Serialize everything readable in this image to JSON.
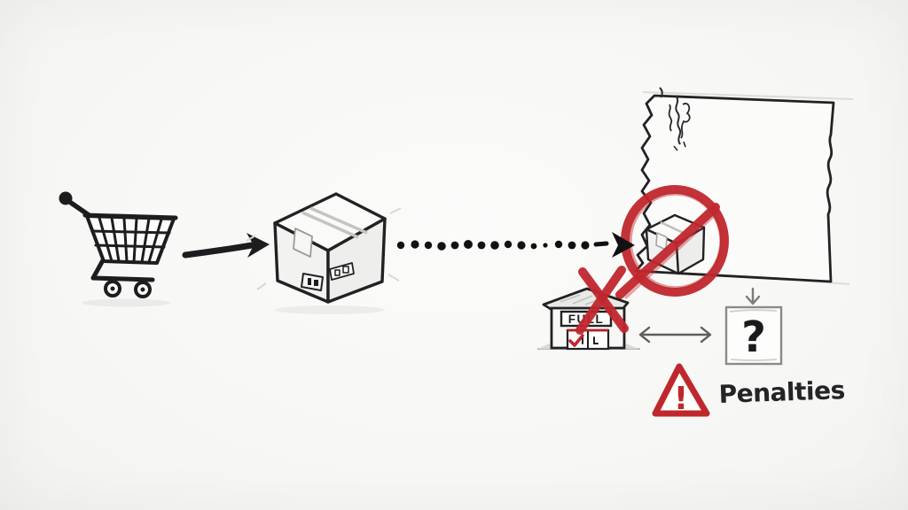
{
  "palette": {
    "ink": "#1d1d1f",
    "red": "#c0272d",
    "paper": "#f8f8f6",
    "sketch_gray": "#8a8a8a"
  },
  "diagram": {
    "cart": {
      "icon": "shopping-cart"
    },
    "ship_arrow": {
      "icon": "arrow-right"
    },
    "package": {
      "icon": "cardboard-box"
    },
    "route": {
      "icon": "dotted-arrow-right"
    },
    "region": {
      "icon": "washington-state-map"
    },
    "restriction": {
      "icon": "no-shipping-sign"
    },
    "warehouse": {
      "icon": "warehouse-building",
      "sign_text": "FULL"
    },
    "alternative": {
      "icon": "question-box",
      "mark": "?"
    },
    "warning": {
      "icon": "warning-triangle",
      "mark": "!",
      "label": "Penalties"
    }
  }
}
